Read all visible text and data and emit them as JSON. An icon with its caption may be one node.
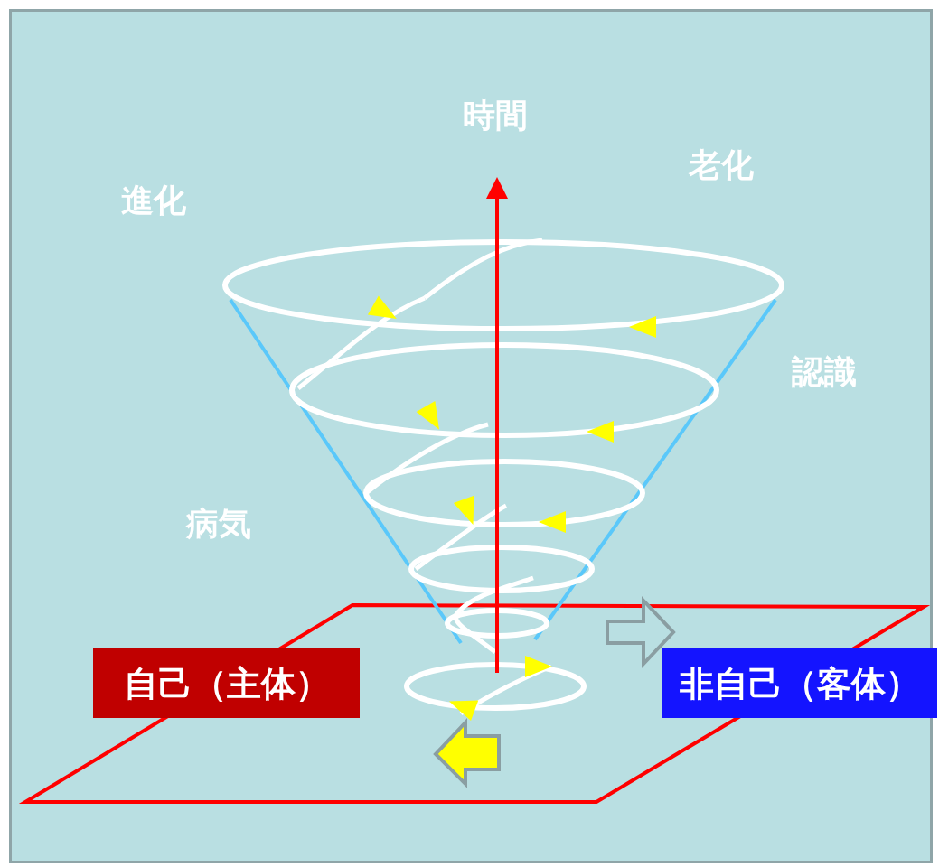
{
  "diagram": {
    "nodes": [
      {
        "text": [
          "自己（主体）"
        ]
      },
      {
        "text": [
          "非自己（客体）"
        ]
      }
    ],
    "labels": [
      "時間",
      "老化",
      "進化",
      "認識",
      "病気"
    ]
  }
}
